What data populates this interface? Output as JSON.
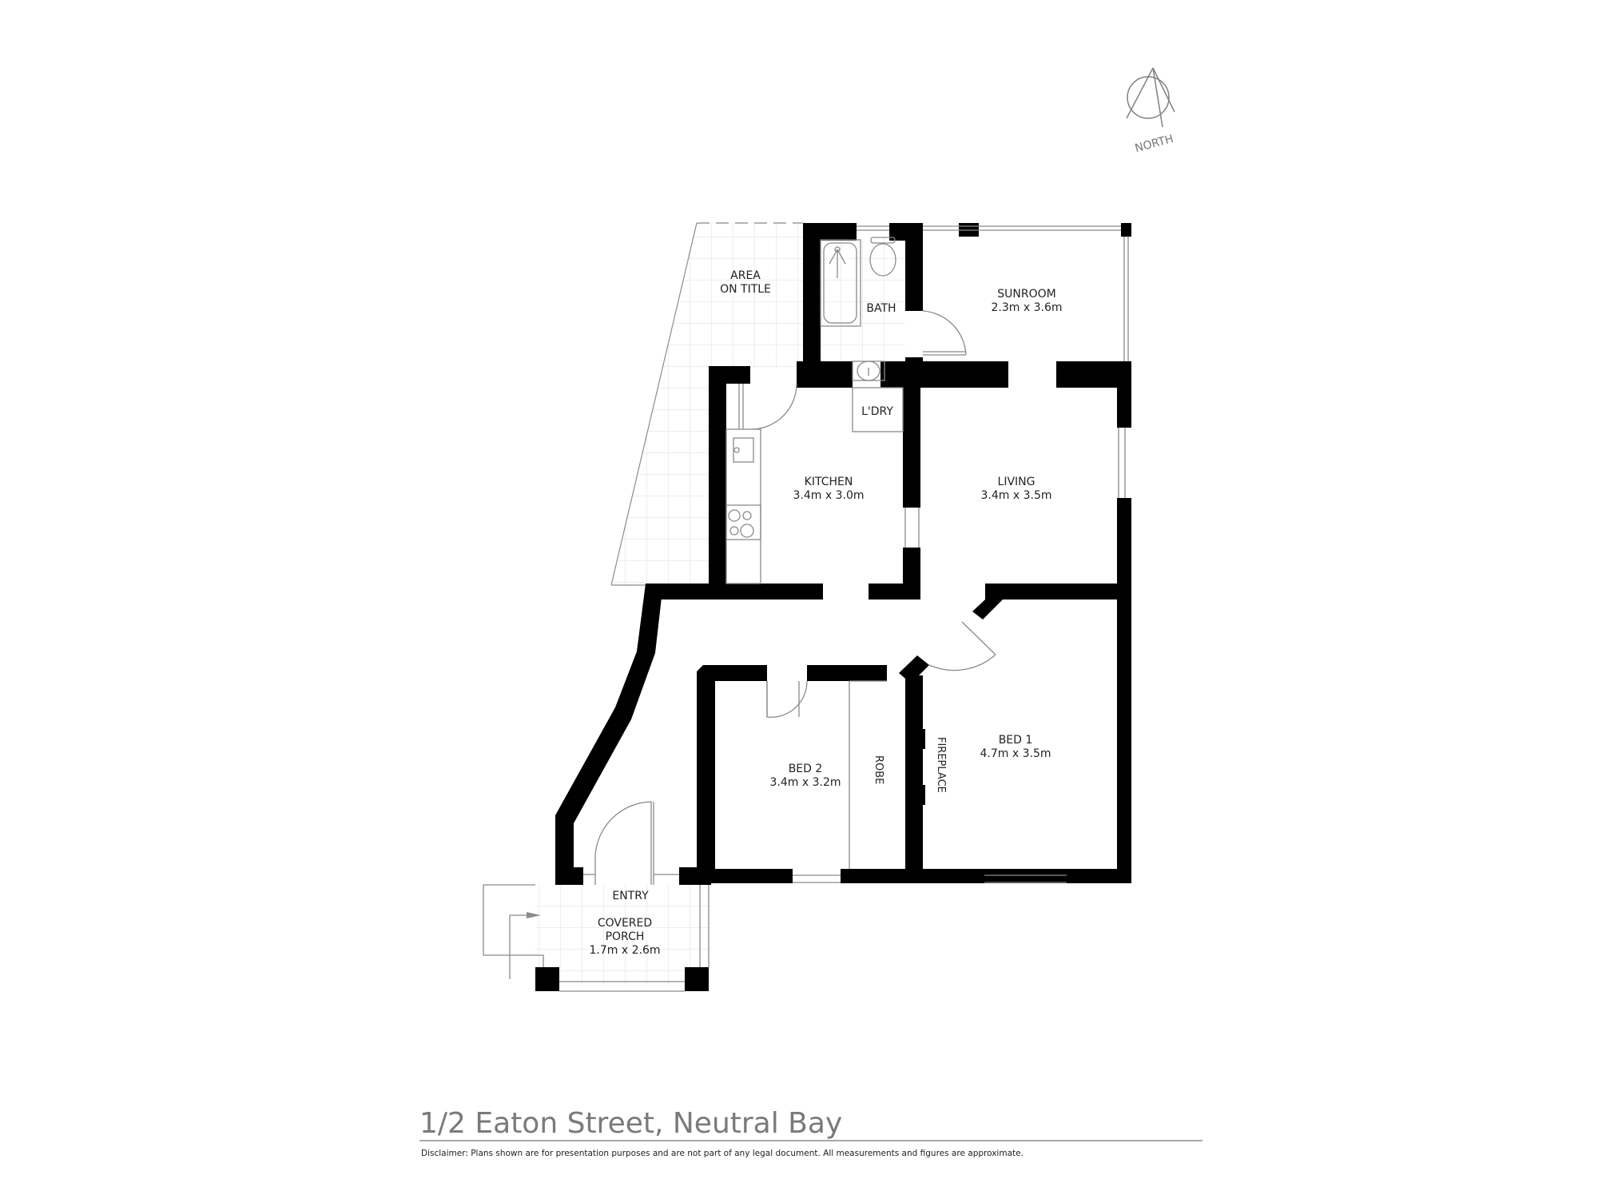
{
  "compass": {
    "label": "NORTH",
    "icon": "north-arrow-icon"
  },
  "rooms": {
    "area_on_title": {
      "line1": "AREA",
      "line2": "ON TITLE"
    },
    "bath": {
      "name": "BATH"
    },
    "sunroom": {
      "name": "SUNROOM",
      "size": "2.3m x 3.6m"
    },
    "laundry": {
      "name": "L'DRY"
    },
    "kitchen": {
      "name": "KITCHEN",
      "size": "3.4m x 3.0m"
    },
    "living": {
      "name": "LIVING",
      "size": "3.4m x 3.5m"
    },
    "bed1": {
      "name": "BED 1",
      "size": "4.7m x 3.5m"
    },
    "bed2": {
      "name": "BED 2",
      "size": "3.4m x 3.2m"
    },
    "robe": {
      "name": "ROBE"
    },
    "fireplace": {
      "name": "FIREPLACE"
    },
    "entry": {
      "name": "ENTRY"
    },
    "porch": {
      "line1": "COVERED",
      "line2": "PORCH",
      "size": "1.7m x 2.6m"
    }
  },
  "footer": {
    "address": "1/2 Eaton Street, Neutral Bay",
    "disclaimer": "Disclaimer: Plans shown are for presentation purposes and are not part of any legal document. All measurements and figures are approximate."
  },
  "colors": {
    "wall": "#000000",
    "line": "#8c8c8c",
    "tile": "#e6e6e6",
    "title": "#7a7a7a"
  }
}
